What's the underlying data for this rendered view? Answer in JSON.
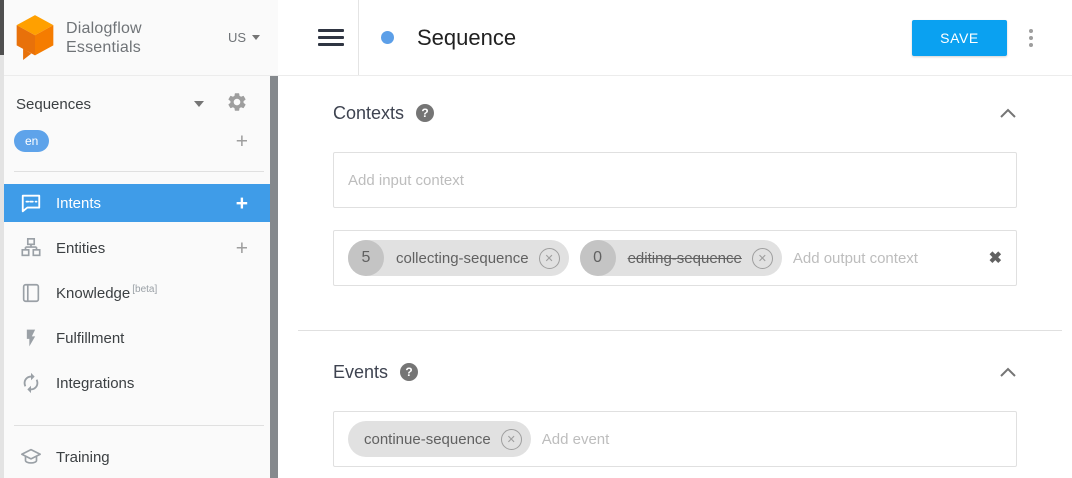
{
  "brand": {
    "name_line1": "Dialogflow",
    "name_line2": "Essentials",
    "region": "US"
  },
  "sidebar": {
    "agent_name": "Sequences",
    "language": "en",
    "items": [
      {
        "label": "Intents"
      },
      {
        "label": "Entities"
      },
      {
        "label": "Knowledge",
        "beta_tag": "[beta]"
      },
      {
        "label": "Fulfillment"
      },
      {
        "label": "Integrations"
      },
      {
        "label": "Training"
      }
    ]
  },
  "header": {
    "title": "Sequence",
    "save_button": "SAVE"
  },
  "sections": {
    "contexts": {
      "title": "Contexts",
      "input_placeholder": "Add input context",
      "output_placeholder": "Add output context",
      "output_chips": [
        {
          "lifespan": "5",
          "name": "collecting-sequence",
          "strikethrough": false
        },
        {
          "lifespan": "0",
          "name": "editing-sequence",
          "strikethrough": true
        }
      ]
    },
    "events": {
      "title": "Events",
      "event_placeholder": "Add event",
      "chips": [
        {
          "name": "continue-sequence"
        }
      ]
    }
  },
  "glyphs": {
    "add": "+",
    "help": "?",
    "remove_chip": "✕",
    "clear_field": "✖"
  },
  "colors": {
    "selected_blue": "#3f9ce8",
    "save_blue": "#0aa1f1",
    "language_badge_blue": "#5ea3ea",
    "intent_dot_blue": "#5c9fe8",
    "logo_orange_top": "#FFA000",
    "logo_orange_body": "#EF6C00"
  }
}
